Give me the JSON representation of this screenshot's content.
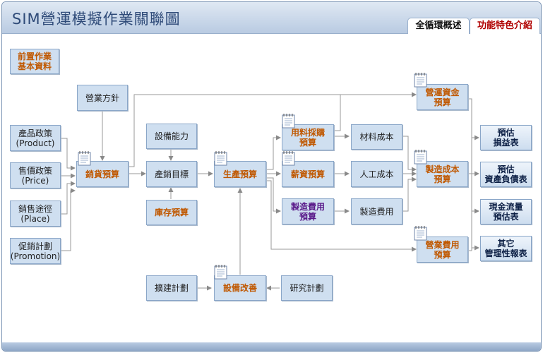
{
  "header": {
    "title": "SIM營運模擬作業關聯圖",
    "tabs": [
      "全循環概述",
      "功能特色介紹"
    ]
  },
  "boxes": {
    "basic_data": "前置作業\n基本資料",
    "sales_policy": "營業方針",
    "product": "產品政策\n(Product)",
    "price": "售價政策\n(Price)",
    "place": "銷售途徑\n(Place)",
    "promotion": "促銷計劃\n(Promotion)",
    "sales_budget": "銷貨預算",
    "equipment_capacity": "設備能力",
    "production_target": "產銷目標",
    "inventory_budget": "庫存預算",
    "production_budget": "生產預算",
    "material_purchase_budget": "用料採購\n預算",
    "salary_budget": "薪資預算",
    "mfg_expense_budget": "製造費用\n預算",
    "material_cost": "材料成本",
    "labor_cost": "人工成本",
    "mfg_expense": "製造費用",
    "operating_capital_budget": "營運資金\n預算",
    "mfg_cost_budget": "製造成本\n預算",
    "operating_expense_budget": "營業費用\n預算",
    "est_income": "預估\n損益表",
    "est_balance": "預估\n資產負債表",
    "cash_flow": "現金流量\n預估表",
    "other_reports": "其它\n管理性報表",
    "expansion_plan": "擴建計劃",
    "equipment_improve": "設備改善",
    "research_plan": "研究計劃"
  }
}
